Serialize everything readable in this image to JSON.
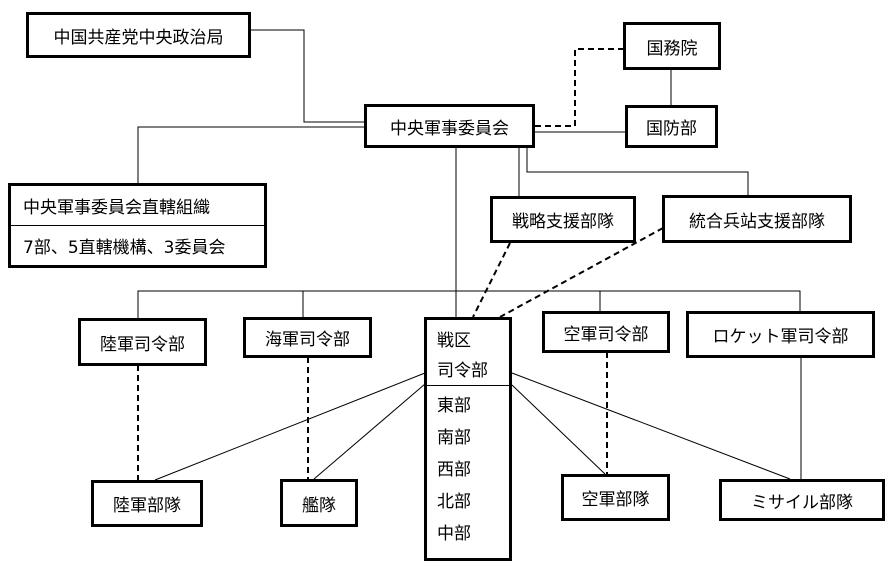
{
  "nodes": {
    "politburo": "中国共産党中央政治局",
    "state_council": "国務院",
    "ministry_defense": "国防部",
    "cmc": "中央軍事委員会",
    "cmc_direct_title": "中央軍事委員会直轄組織",
    "cmc_direct_detail": "7部、5直轄機構、3委員会",
    "strategic_support": "戦略支援部隊",
    "joint_logistics": "統合兵站支援部隊",
    "army_hq": "陸軍司令部",
    "navy_hq": "海軍司令部",
    "theater_line1": "戦区",
    "theater_line2": "司令部",
    "theater_regions": [
      "東部",
      "南部",
      "西部",
      "北部",
      "中部"
    ],
    "air_force_hq": "空軍司令部",
    "rocket_force_hq": "ロケット軍司令部",
    "army_units": "陸軍部隊",
    "fleet": "艦隊",
    "air_force_units": "空軍部隊",
    "missile_units": "ミサイル部隊"
  },
  "line_styles": {
    "solid": "command",
    "dashed": "coordination"
  }
}
